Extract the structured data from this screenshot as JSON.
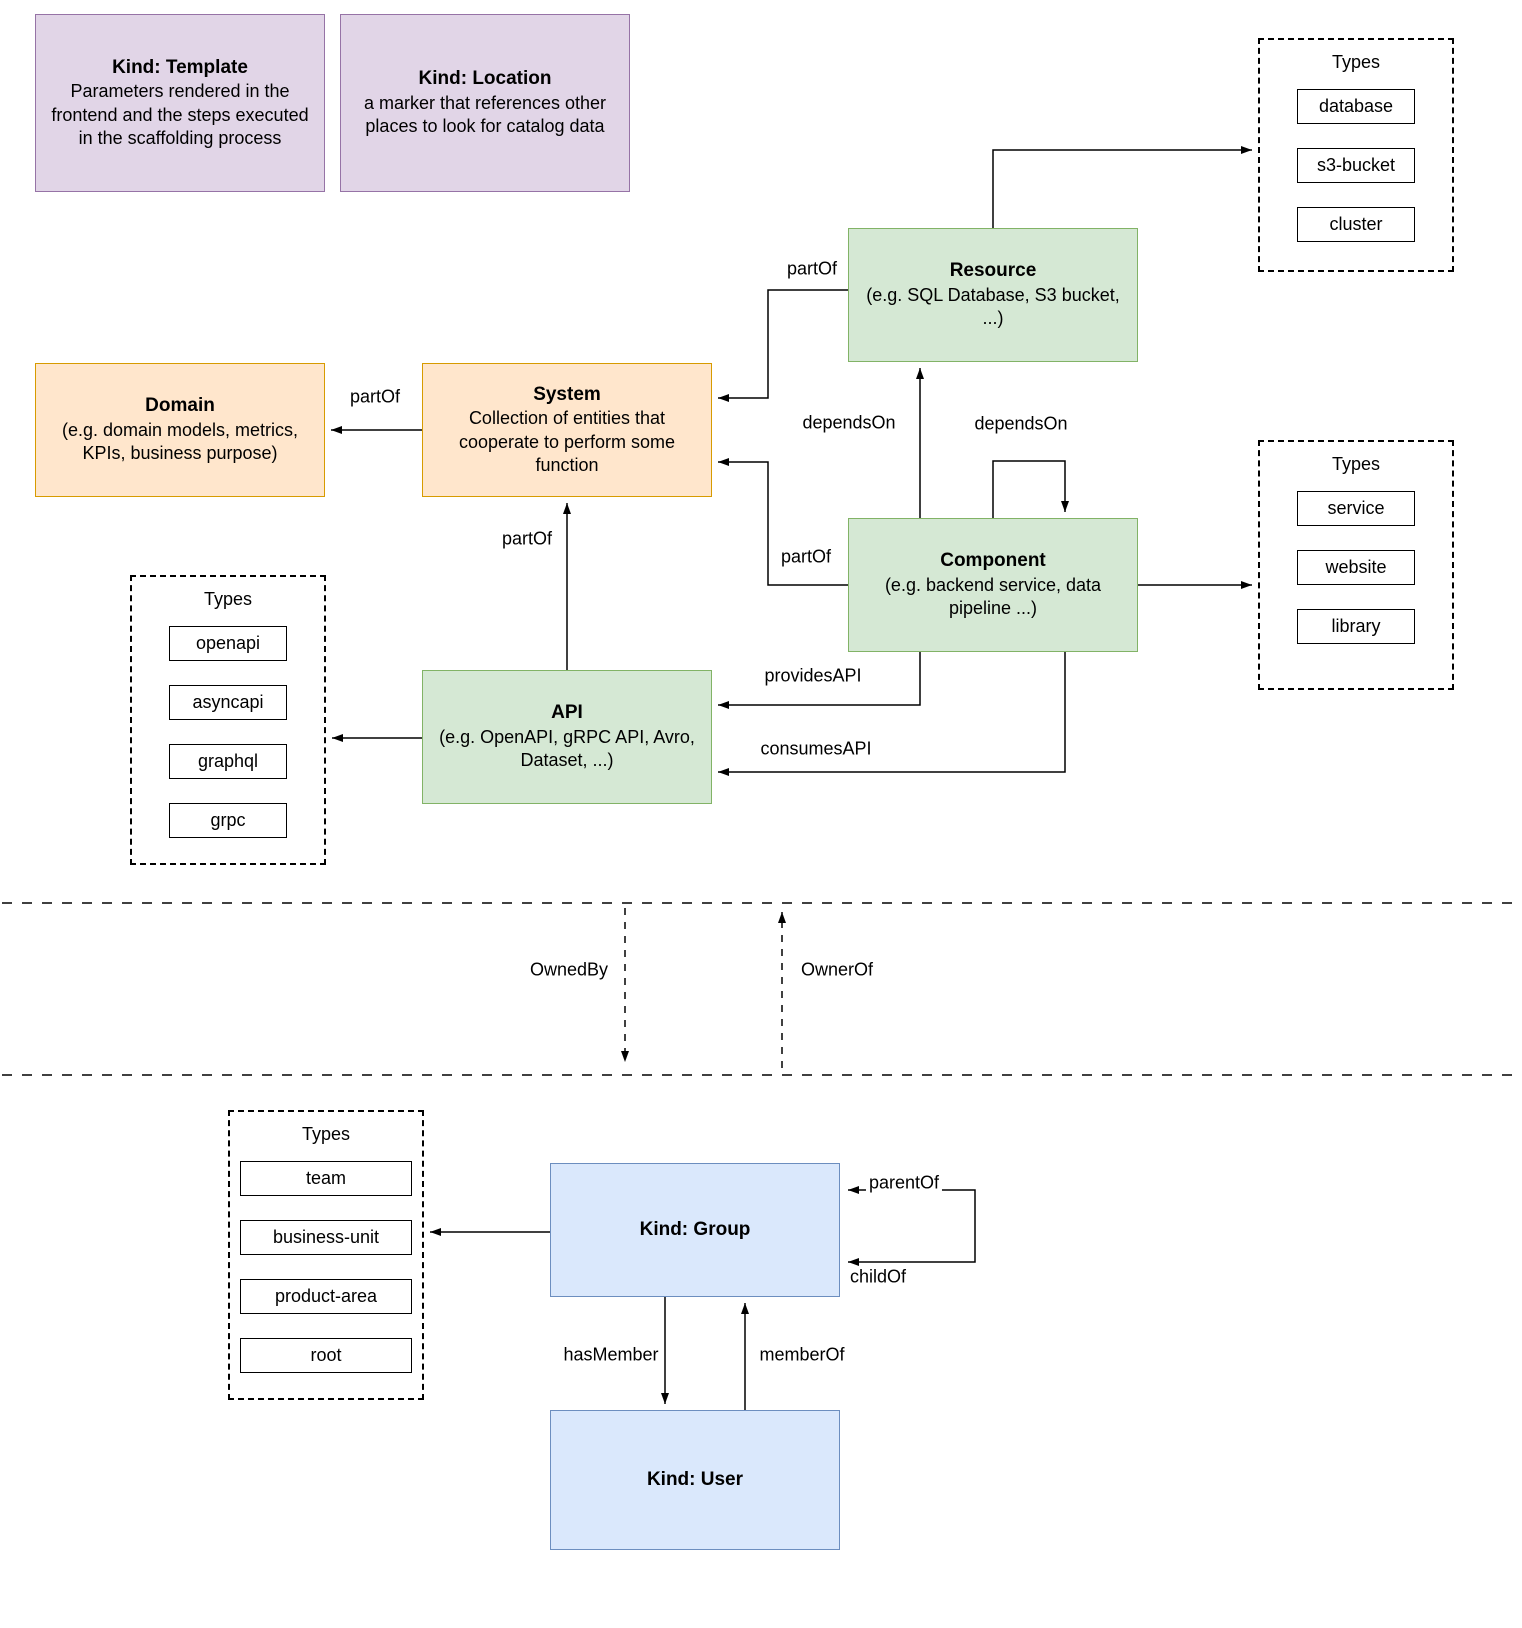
{
  "nodes": {
    "template": {
      "title": "Kind: Template",
      "body": "Parameters rendered in the frontend and the steps executed in  the scaffolding process"
    },
    "location": {
      "title": "Kind: Location",
      "body": "a marker that references other places to look for catalog data"
    },
    "resource": {
      "title": "Resource",
      "body": "(e.g. SQL Database, S3 bucket, ...)"
    },
    "domain": {
      "title": "Domain",
      "body": "(e.g.  domain models, metrics, KPIs, business purpose)"
    },
    "system": {
      "title": "System",
      "body": "Collection of entities that cooperate to perform some function"
    },
    "component": {
      "title": "Component",
      "body": "(e.g. backend service, data pipeline ...)"
    },
    "api": {
      "title": "API",
      "body": "(e.g. OpenAPI, gRPC API, Avro, Dataset, ...)"
    },
    "group": {
      "title": "Kind: Group"
    },
    "user": {
      "title": "Kind: User"
    }
  },
  "type_panels": {
    "resource": {
      "label": "Types",
      "items": [
        "database",
        "s3-bucket",
        "cluster"
      ]
    },
    "component": {
      "label": "Types",
      "items": [
        "service",
        "website",
        "library"
      ]
    },
    "api": {
      "label": "Types",
      "items": [
        "openapi",
        "asyncapi",
        "graphql",
        "grpc"
      ]
    },
    "group": {
      "label": "Types",
      "items": [
        "team",
        "business-unit",
        "product-area",
        "root"
      ]
    }
  },
  "edges": {
    "resource_partOf": "partOf",
    "system_partOf": "partOf",
    "component_partOf": "partOf",
    "api_partOf": "partOf",
    "component_dependsOn_resource": "dependsOn",
    "component_dependsOn_component": "dependsOn",
    "providesAPI": "providesAPI",
    "consumesAPI": "consumesAPI",
    "ownedBy": "OwnedBy",
    "ownerOf": "OwnerOf",
    "parentOf": "parentOf",
    "childOf": "childOf",
    "hasMember": "hasMember",
    "memberOf": "memberOf"
  },
  "colors": {
    "purple-fill": "#E1D5E7",
    "purple-stroke": "#9673A6",
    "orange-fill": "#FFE6CC",
    "orange-stroke": "#D79B00",
    "green-fill": "#D5E8D4",
    "green-stroke": "#82B366",
    "blue-fill": "#DAE8FC",
    "blue-stroke": "#6C8EBF",
    "line": "#000000"
  }
}
